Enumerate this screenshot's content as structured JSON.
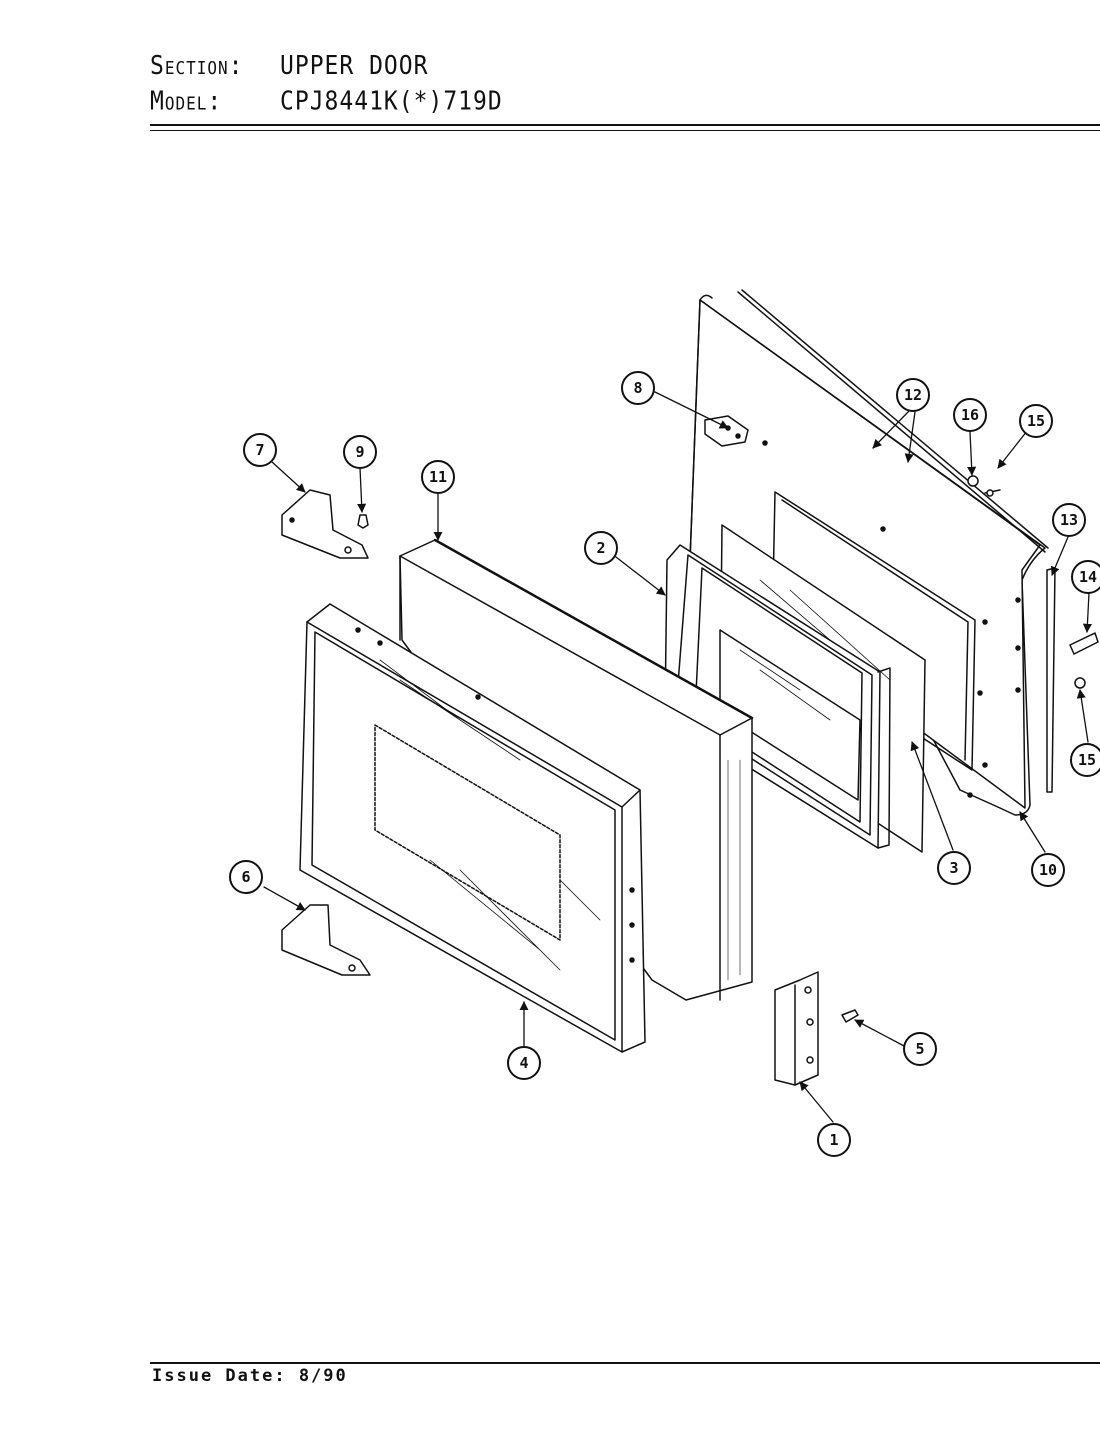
{
  "header": {
    "section_label": "Section:",
    "section_value": "UPPER DOOR",
    "model_label": "Model:",
    "model_value": "CPJ8441K(*)719D"
  },
  "footer": {
    "issue_date": "Issue Date: 8/90"
  },
  "callouts": [
    {
      "id": "1",
      "label": "1"
    },
    {
      "id": "2",
      "label": "2"
    },
    {
      "id": "3",
      "label": "3"
    },
    {
      "id": "4",
      "label": "4"
    },
    {
      "id": "5",
      "label": "5"
    },
    {
      "id": "6",
      "label": "6"
    },
    {
      "id": "7",
      "label": "7"
    },
    {
      "id": "8",
      "label": "8"
    },
    {
      "id": "9",
      "label": "9"
    },
    {
      "id": "10",
      "label": "10"
    },
    {
      "id": "11",
      "label": "11"
    },
    {
      "id": "12",
      "label": "12"
    },
    {
      "id": "13",
      "label": "13"
    },
    {
      "id": "14",
      "label": "14"
    },
    {
      "id": "15a",
      "label": "15"
    },
    {
      "id": "15b",
      "label": "15"
    },
    {
      "id": "16",
      "label": "16"
    }
  ],
  "colors": {
    "ink": "#111111",
    "paper": "#ffffff"
  }
}
